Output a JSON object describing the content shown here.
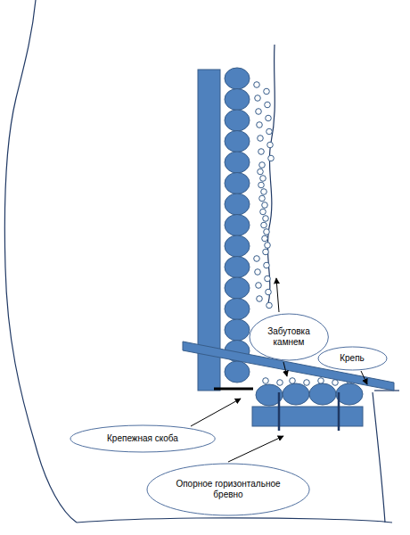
{
  "diagram": {
    "nodes": [
      {
        "text": [
          "Забутовка камнем"
        ]
      },
      {
        "text": [
          "Крепь"
        ]
      },
      {
        "text": [
          "Крепежная скоба"
        ]
      },
      {
        "text": [
          "Опорное горизонтальное бревно"
        ]
      }
    ]
  }
}
